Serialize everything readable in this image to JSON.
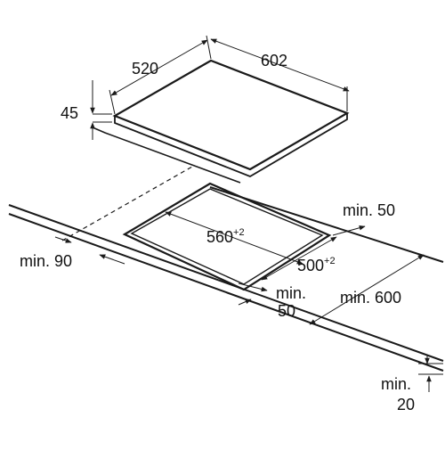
{
  "diagram": {
    "hob": {
      "depth": "520",
      "width": "602",
      "height": "45"
    },
    "cutout": {
      "width_base": "560",
      "width_tol": "+2",
      "depth_base": "500",
      "depth_tol": "+2"
    },
    "clearances": {
      "right": "min. 50",
      "left": "min. 90",
      "front_line1": "min.",
      "front_line2": "50",
      "back": "min. 600",
      "thickness_line1": "min.",
      "thickness_line2": "20"
    },
    "colors": {
      "stroke": "#1a1a1a",
      "background": "#ffffff"
    }
  }
}
